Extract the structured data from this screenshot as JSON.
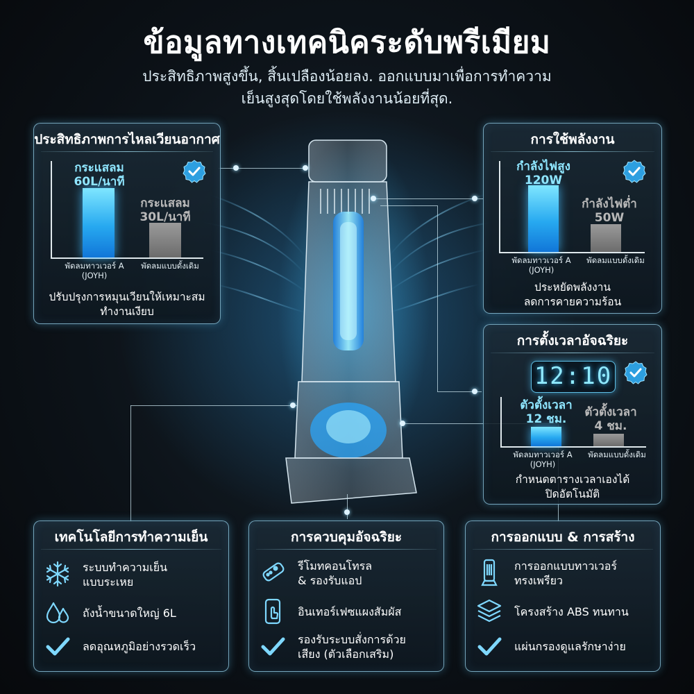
{
  "header": {
    "title": "ข้อมูลทางเทคนิคระดับพรีเมียม",
    "subtitle_line1": "ประสิทธิภาพสูงขึ้น, สิ้นเปลืองน้อยลง. ออกแบบมาเพื่อการทำความ",
    "subtitle_line2": "เย็นสูงสุดโดยใช้พลังงานน้อยที่สุด."
  },
  "airflow": {
    "title": "ประสิทธิภาพการไหลเวียนอากาศ",
    "chart_data": {
      "type": "bar",
      "categories": [
        "พัดลมทาวเวอร์ A (JOYH)",
        "พัดลมแบบดั้งเดิม"
      ],
      "values": [
        60,
        30
      ],
      "value_labels": [
        "กระแสลม\n60L/นาที",
        "กระแสลม\n30L/นาที"
      ]
    },
    "blue_label_1": "กระแสลม",
    "blue_label_2": "60L/นาที",
    "gray_label_1": "กระแสลม",
    "gray_label_2": "30L/นาที",
    "cat_a_1": "พัดลมทาวเวอร์ A",
    "cat_a_2": "(JOYH)",
    "cat_b": "พัดลมแบบดั้งเดิม",
    "footer_1": "ปรับปรุงการหมุนเวียนให้เหมาะสม",
    "footer_2": "ทำงานเงียบ"
  },
  "power": {
    "title": "การใช้พลังงาน",
    "chart_data": {
      "type": "bar",
      "categories": [
        "พัดลมทาวเวอร์ A (JOYH)",
        "พัดลมแบบดั้งเดิม"
      ],
      "values": [
        120,
        50
      ],
      "value_labels": [
        "กำลังไฟสูง\n120W",
        "กำลังไฟต่ำ\n50W"
      ]
    },
    "blue_label_1": "กำลังไฟสูง",
    "blue_label_2": "120W",
    "gray_label_1": "กำลังไฟต่ำ",
    "gray_label_2": "50W",
    "cat_a_1": "พัดลมทาวเวอร์ A",
    "cat_a_2": "(JOYH)",
    "cat_b": "พัดลมแบบดั้งเดิม",
    "footer_1": "ประหยัดพลังงาน",
    "footer_2": "ลดการคายความร้อน"
  },
  "timer": {
    "title": "การตั้งเวลาอัจฉริยะ",
    "clock": "12:10",
    "chart_data": {
      "type": "bar",
      "categories": [
        "พัดลมทาวเวอร์ A (JOYH)",
        "พัดลมแบบดั้งเดิม"
      ],
      "values": [
        12,
        4
      ],
      "value_labels": [
        "ตัวตั้งเวลา\n12 ชม.",
        "ตัวตั้งเวลา\n4 ชม."
      ]
    },
    "blue_label_1": "ตัวตั้งเวลา",
    "blue_label_2": "12 ชม.",
    "gray_label_1": "ตัวตั้งเวลา",
    "gray_label_2": "4 ชม.",
    "cat_a_1": "พัดลมทาวเวอร์ A",
    "cat_a_2": "(JOYH)",
    "cat_b": "พัดลมแบบดั้งเดิม",
    "footer_1": "กำหนดตารางเวลาเองได้",
    "footer_2": "ปิดอัตโนมัติ"
  },
  "cooling": {
    "title": "เทคโนโลยีการทำความเย็น",
    "items": [
      {
        "icon": "snowflake-icon",
        "line1": "ระบบทำความเย็น",
        "line2": "แบบระเหย"
      },
      {
        "icon": "water-drops-icon",
        "line1": "ถังน้ำขนาดใหญ่ 6L",
        "line2": ""
      },
      {
        "icon": "check-icon",
        "line1": "ลดอุณหภูมิอย่างรวดเร็ว",
        "line2": ""
      }
    ]
  },
  "control": {
    "title": "การควบคุมอัจฉริยะ",
    "items": [
      {
        "icon": "remote-icon",
        "line1": "รีโมทคอนโทรล",
        "line2": "& รองรับแอป"
      },
      {
        "icon": "touch-phone-icon",
        "line1": "อินเทอร์เฟซแผงสัมผัส",
        "line2": ""
      },
      {
        "icon": "check-icon",
        "line1": "รองรับระบบสั่งการด้วย",
        "line2": "เสียง (ตัวเลือกเสริม)"
      }
    ]
  },
  "design": {
    "title": "การออกแบบ & การสร้าง",
    "items": [
      {
        "icon": "tower-fan-icon",
        "line1": "การออกแบบทาวเวอร์",
        "line2": "ทรงเพรียว"
      },
      {
        "icon": "layers-icon",
        "line1": "โครงสร้าง ABS ทนทาน",
        "line2": ""
      },
      {
        "icon": "check-icon",
        "line1": "แผ่นกรองดูแลรักษาง่าย",
        "line2": ""
      }
    ]
  },
  "colors": {
    "accent": "#2fb4f5",
    "glow": "#7fe6ff",
    "panel_border": "#96d2eb",
    "comparison_gray": "#8a8a8a"
  }
}
